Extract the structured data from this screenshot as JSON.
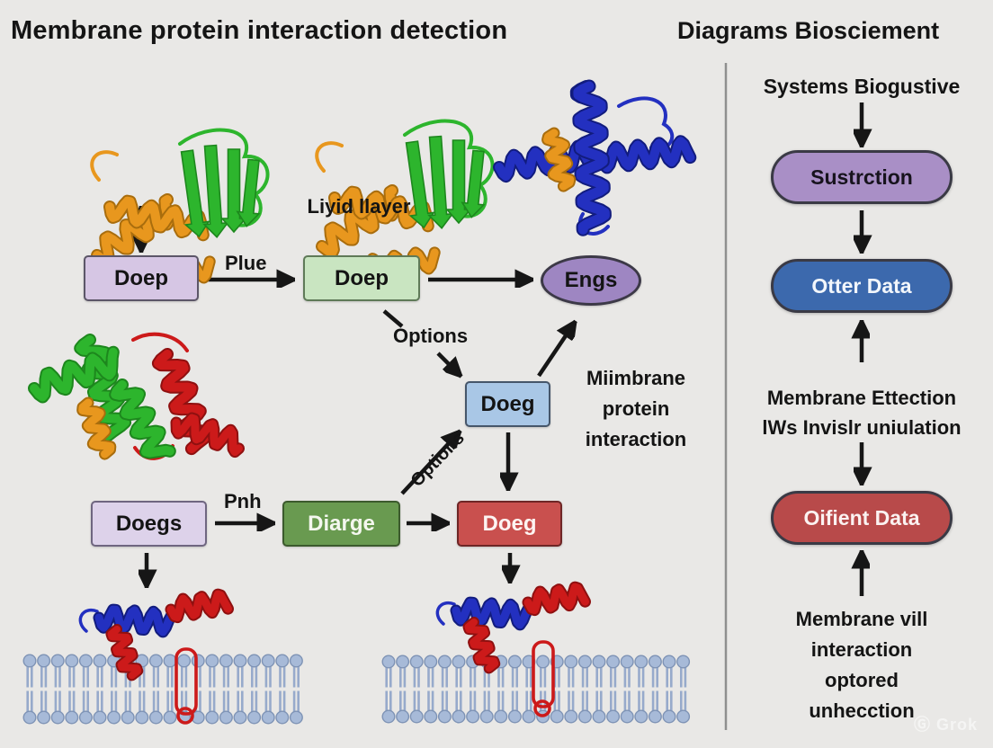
{
  "header": {
    "title_left": "Membrane protein interaction detection",
    "title_right": "Diagrams Biosciement"
  },
  "flowchart": {
    "box_top_left": "Doep",
    "arrow_label_plue": "Plue",
    "box_top_mid": "Doep",
    "label_lipid_bilayer": "Liyid llayer",
    "ellipse_top_right": "Engs",
    "label_options_upper": "Options",
    "box_mid_blue": "Doeg",
    "note_membrane_protein": "Miimbrane\nprotein\ninteraction",
    "box_bottom_left": "Doegs",
    "arrow_label_pnh": "Pnh",
    "box_bottom_mid": "Diarge",
    "label_options_diagonal": "Options",
    "box_bottom_red": "Doeg"
  },
  "right_panel": {
    "heading": "Systems Biogustive",
    "pill_purple": "Sustrction",
    "pill_blue": "Otter Data",
    "note_mid": "Membrane Ettection\nlWs Invislr uniulation",
    "pill_red": "Oifient Data",
    "note_bottom": "Membrane vill\ninteraction\noptored\nunhecction"
  },
  "watermark": "Ⓖ Grok",
  "colors": {
    "background": "#e9e8e6",
    "box_purple": "#d6c6e4",
    "box_green_light": "#c9e5c1",
    "box_blue": "#a9c7e6",
    "box_lavender": "#ddd2ea",
    "box_green_dark": "#699a50",
    "box_red": "#c9504e",
    "ellipse_purple": "#9e86c2",
    "pill_purple": "#a98fc6",
    "pill_blue": "#3c69ad",
    "pill_red": "#b84a4a",
    "arrow_black": "#161616",
    "lipid_head": "#a7bad8",
    "protein_orange": "#e8971e",
    "protein_green": "#2db52d",
    "protein_blue": "#2330c0",
    "protein_red": "#cc1a1a"
  }
}
